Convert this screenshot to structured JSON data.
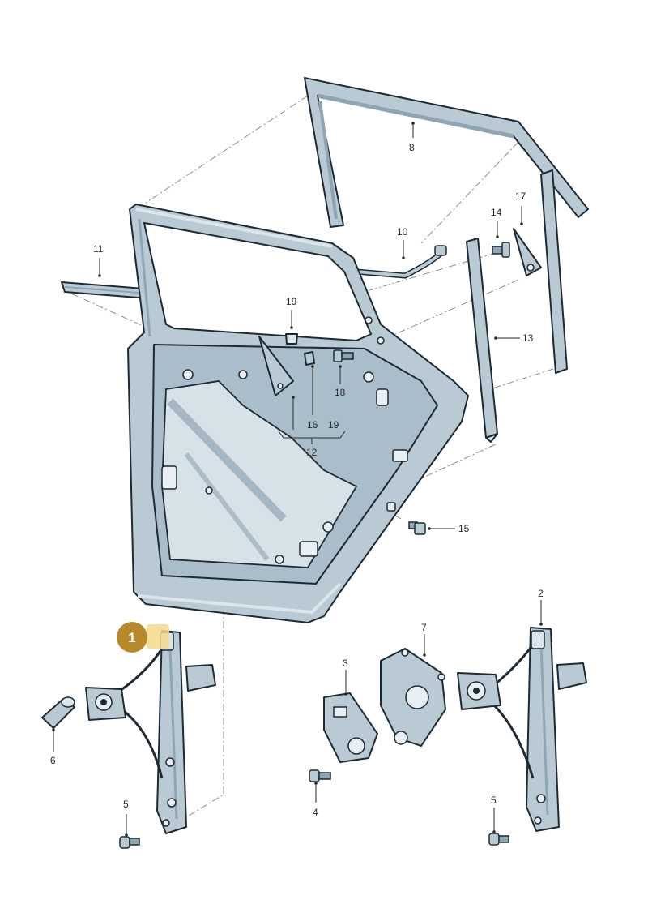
{
  "colors": {
    "part_fill": "#b9cad5",
    "part_fill_dark": "#8ea5b4",
    "part_fill_light": "#dbe5ec",
    "outline": "#1d2a33",
    "label": "#2a2a2a",
    "callout_fill": "#b7892a",
    "callout_highlight": "#f3d98a"
  },
  "callout": {
    "number": "1"
  },
  "labels": {
    "p2": "2",
    "p3": "3",
    "p4": "4",
    "p5a": "5",
    "p5b": "5",
    "p6": "6",
    "p7": "7",
    "p8": "8",
    "p10": "10",
    "p11": "11",
    "p12": "12",
    "p13": "13",
    "p14": "14",
    "p15": "15",
    "p16": "16",
    "p17": "17",
    "p18": "18",
    "p19a": "19",
    "p19b": "19"
  }
}
